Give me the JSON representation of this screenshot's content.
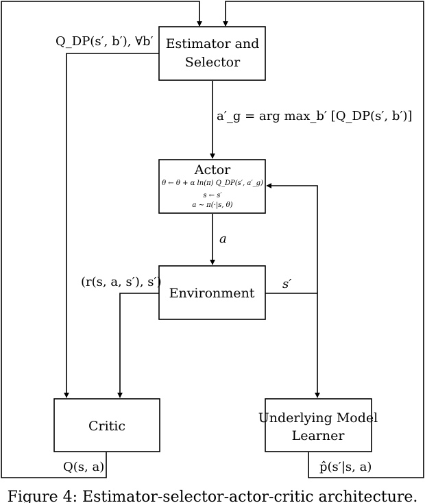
{
  "nodes": {
    "estimator": {
      "line1": "Estimator and",
      "line2": "Selector"
    },
    "actor": {
      "title": "Actor",
      "eq1": "θ ← θ + α ln(π) Q_DP(s′, a′_g)",
      "eq2": "s ← s′",
      "eq3": "a ∼ π(·|s, θ)"
    },
    "environment": {
      "label": "Environment"
    },
    "critic": {
      "label": "Critic"
    },
    "model_learner": {
      "line1": "Underlying Model",
      "line2": "Learner"
    }
  },
  "edge_labels": {
    "qdp_all": "Q_DP(s′, b′), ∀b′",
    "greedy_action": "a′_g = arg max_b′ [Q_DP(s′, b′)]",
    "action": "a",
    "reward_next_state": "(r(s, a, s′), s′)",
    "next_state": "s′",
    "q_value": "Q(s, a)",
    "transition_estimate": "p̂(s′|s, a)"
  },
  "caption": "Figure 4: Estimator-selector-actor-critic architecture."
}
